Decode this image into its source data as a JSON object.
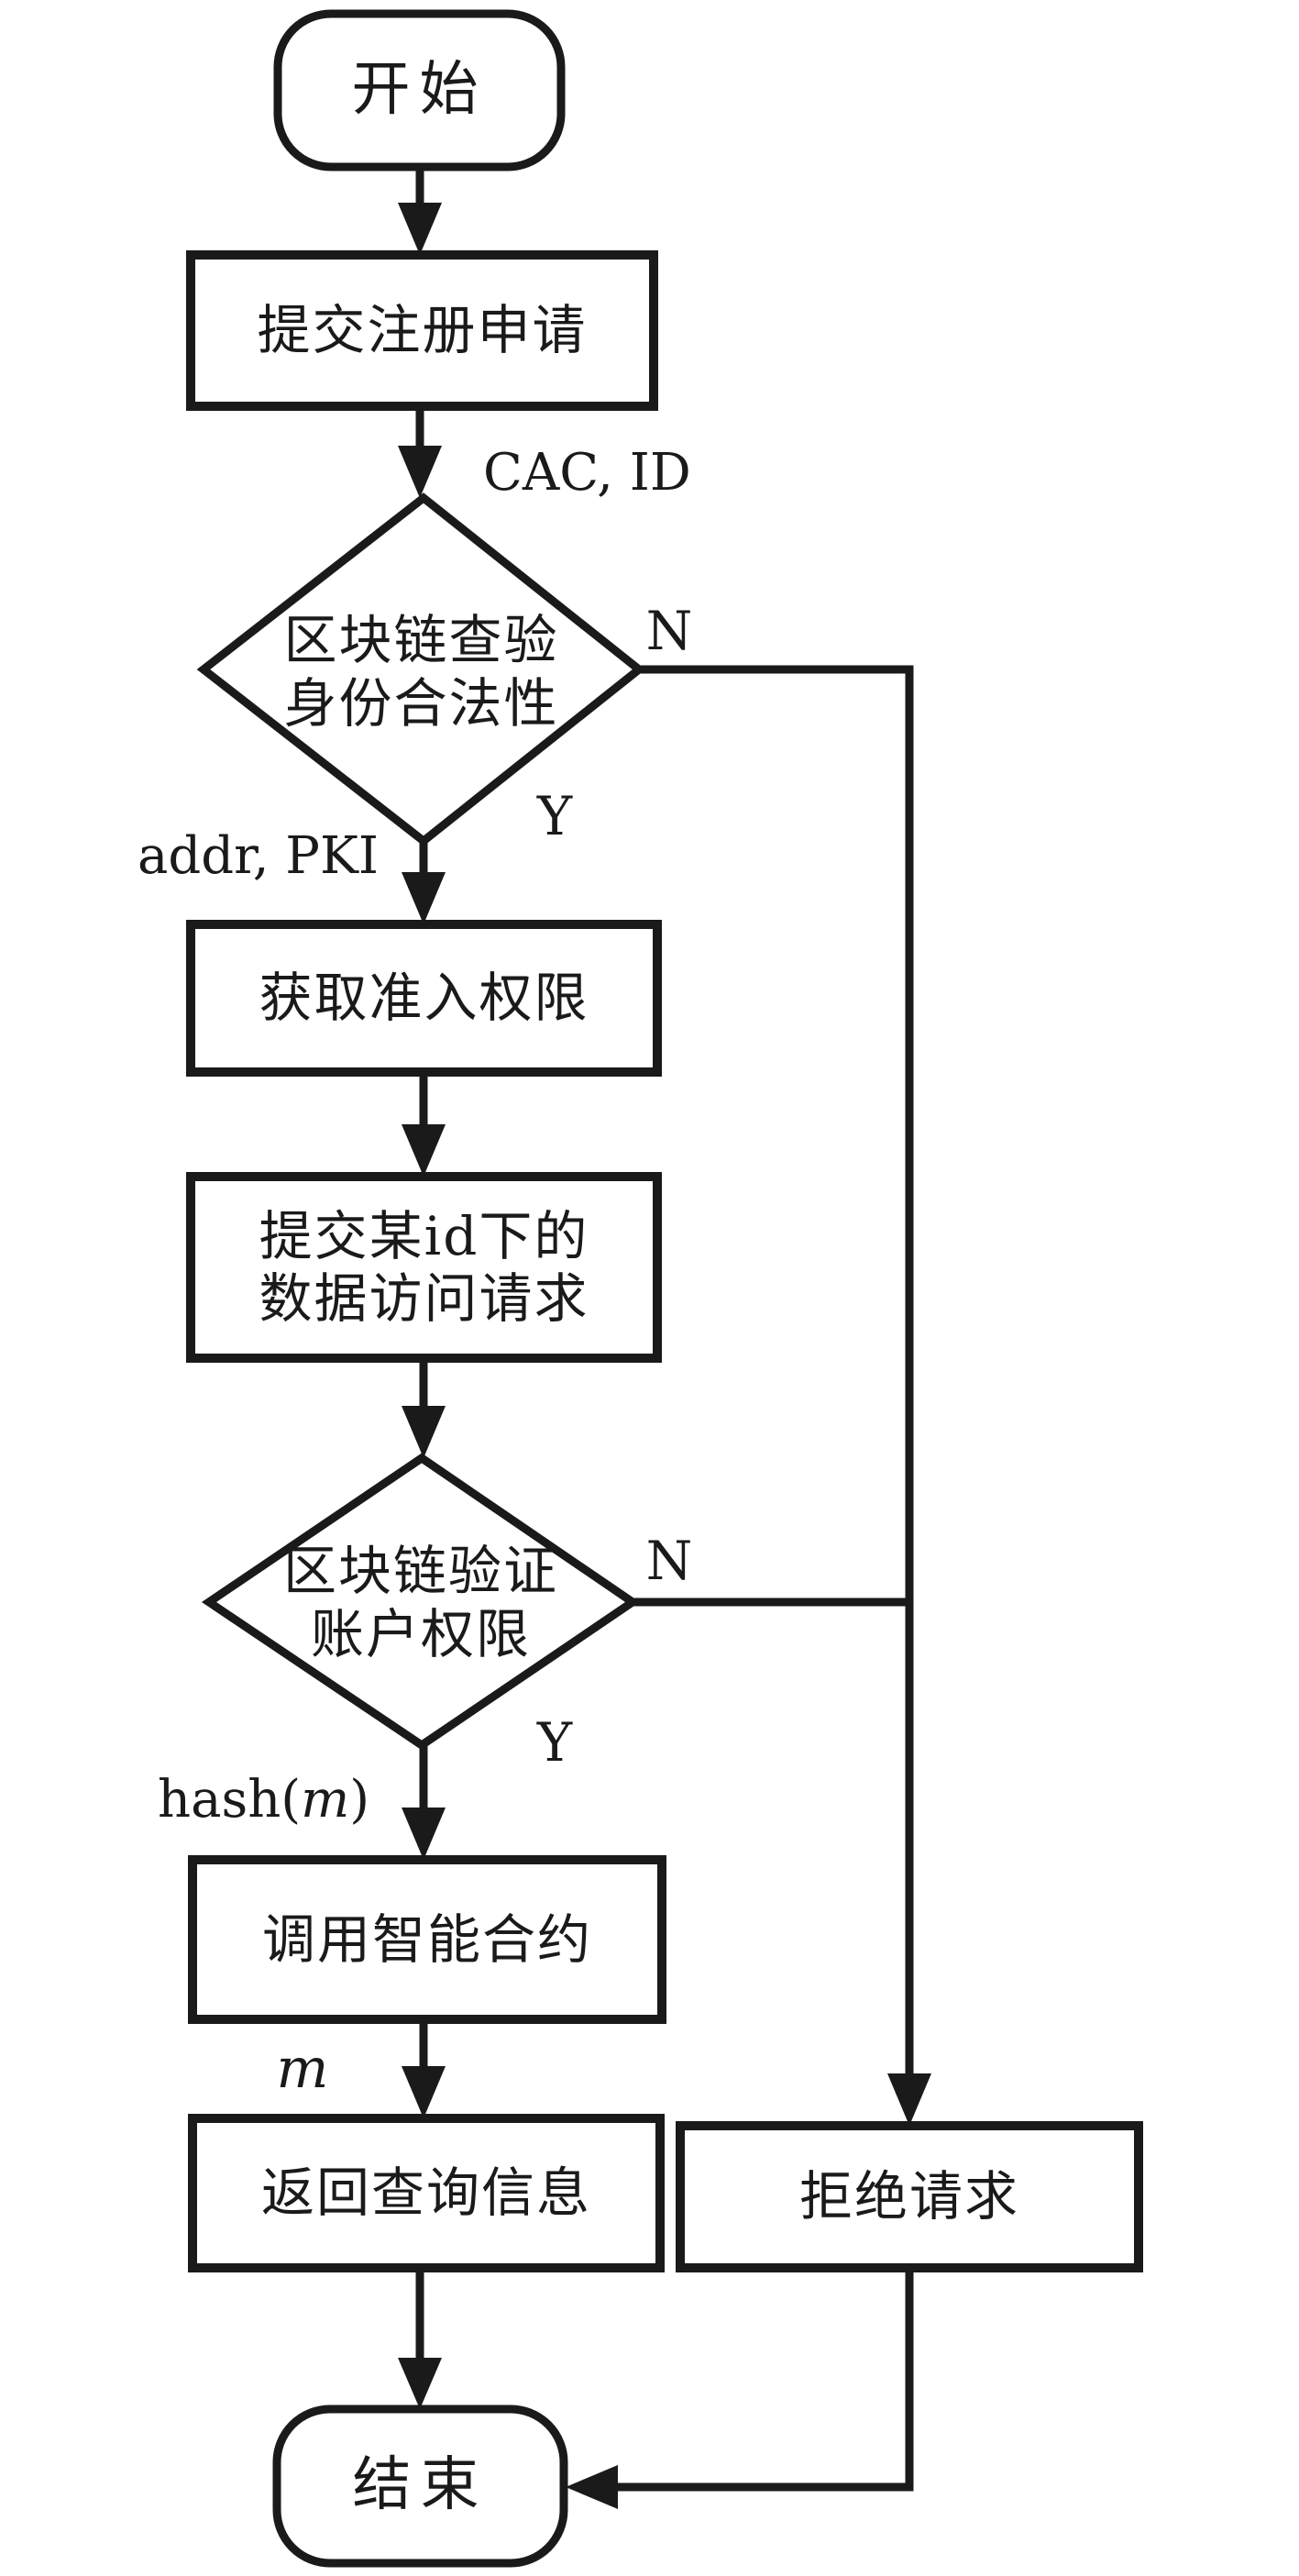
{
  "nodes": {
    "start": {
      "label": "开始"
    },
    "submit_registration": {
      "label": "提交注册申请"
    },
    "check_identity": {
      "line1": "区块链查验",
      "line2": "身份合法性"
    },
    "get_access": {
      "label": "获取准入权限"
    },
    "submit_data_request": {
      "line1": "提交某id下的",
      "line2": "数据访问请求"
    },
    "verify_account": {
      "line1": "区块链验证",
      "line2": "账户权限"
    },
    "invoke_contract": {
      "label": "调用智能合约"
    },
    "return_info": {
      "label": "返回查询信息"
    },
    "reject_request": {
      "label": "拒绝请求"
    },
    "end": {
      "label": "结束"
    }
  },
  "edge_labels": {
    "cac_id": "CAC, ID",
    "addr_pki": "addr, PKI",
    "hash_prefix": "hash(",
    "hash_var": "m",
    "hash_suffix": ")",
    "m_var": "m",
    "n1": "N",
    "y1": "Y",
    "n2": "N",
    "y2": "Y"
  },
  "colors": {
    "line": "#1a1a1a",
    "background": "#ffffff"
  }
}
